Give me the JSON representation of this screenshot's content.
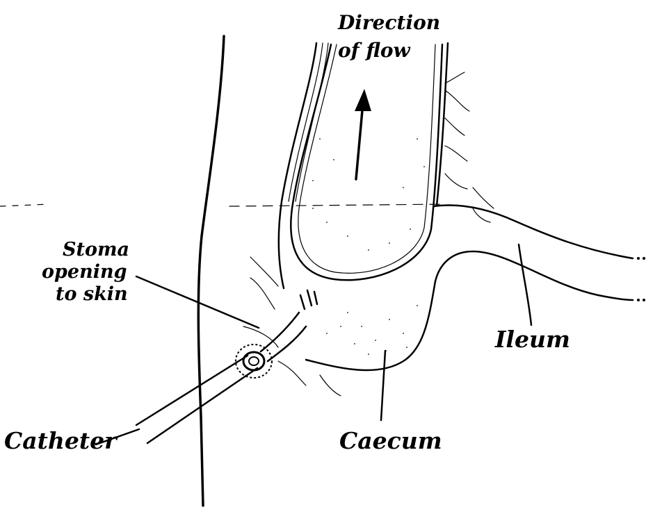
{
  "labels": {
    "flow_line1": "Direction",
    "flow_line2": "of flow",
    "stoma_line1": "Stoma",
    "stoma_line2": "opening",
    "stoma_line3": "to skin",
    "ileum": "Ileum",
    "caecum": "Caecum",
    "catheter": "Catheter"
  },
  "colors": {
    "ink": "#000000",
    "background": "#ffffff"
  }
}
